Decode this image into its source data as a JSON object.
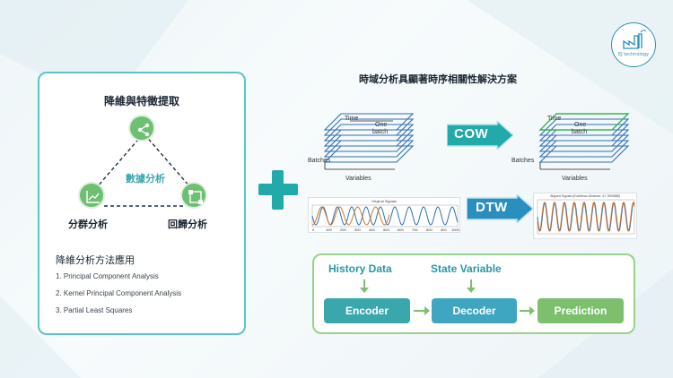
{
  "logo": {
    "text": "EJ technology"
  },
  "left_panel": {
    "title": "降維與特徵提取",
    "center_label": "數據分析",
    "node_clustering": "分群分析",
    "node_regression": "回歸分析",
    "methods_title": "降維分析方法應用",
    "methods": [
      "1. Principal Component Analysis",
      "2. Kernel Principal Component Analysis",
      "3. Partial Least Squares"
    ]
  },
  "right": {
    "title": "時域分析具顯著時序相關性解決方案",
    "cube_labels": {
      "time": "Time",
      "one": "One",
      "batch": "batch",
      "batches": "Batches",
      "variables": "Variables"
    },
    "cow_label": "COW",
    "dtw_label": "DTW",
    "wave_left_title": "Original Signals",
    "wave_right_title": "Aligned Signals (Euclidean Distance: 47.7890888)",
    "wave_left_ticks": [
      "0",
      "100",
      "200",
      "300",
      "400",
      "500",
      "600",
      "700",
      "800",
      "900",
      "1000"
    ]
  },
  "flow": {
    "history_label": "History Data",
    "state_label": "State Variable",
    "encoder": "Encoder",
    "decoder": "Decoder",
    "prediction": "Prediction"
  },
  "colors": {
    "teal": "#22a9a9",
    "green": "#6fbf73",
    "encoder": "#3aa7ad",
    "decoder": "#3ea6c0",
    "prediction": "#7cc06e"
  }
}
